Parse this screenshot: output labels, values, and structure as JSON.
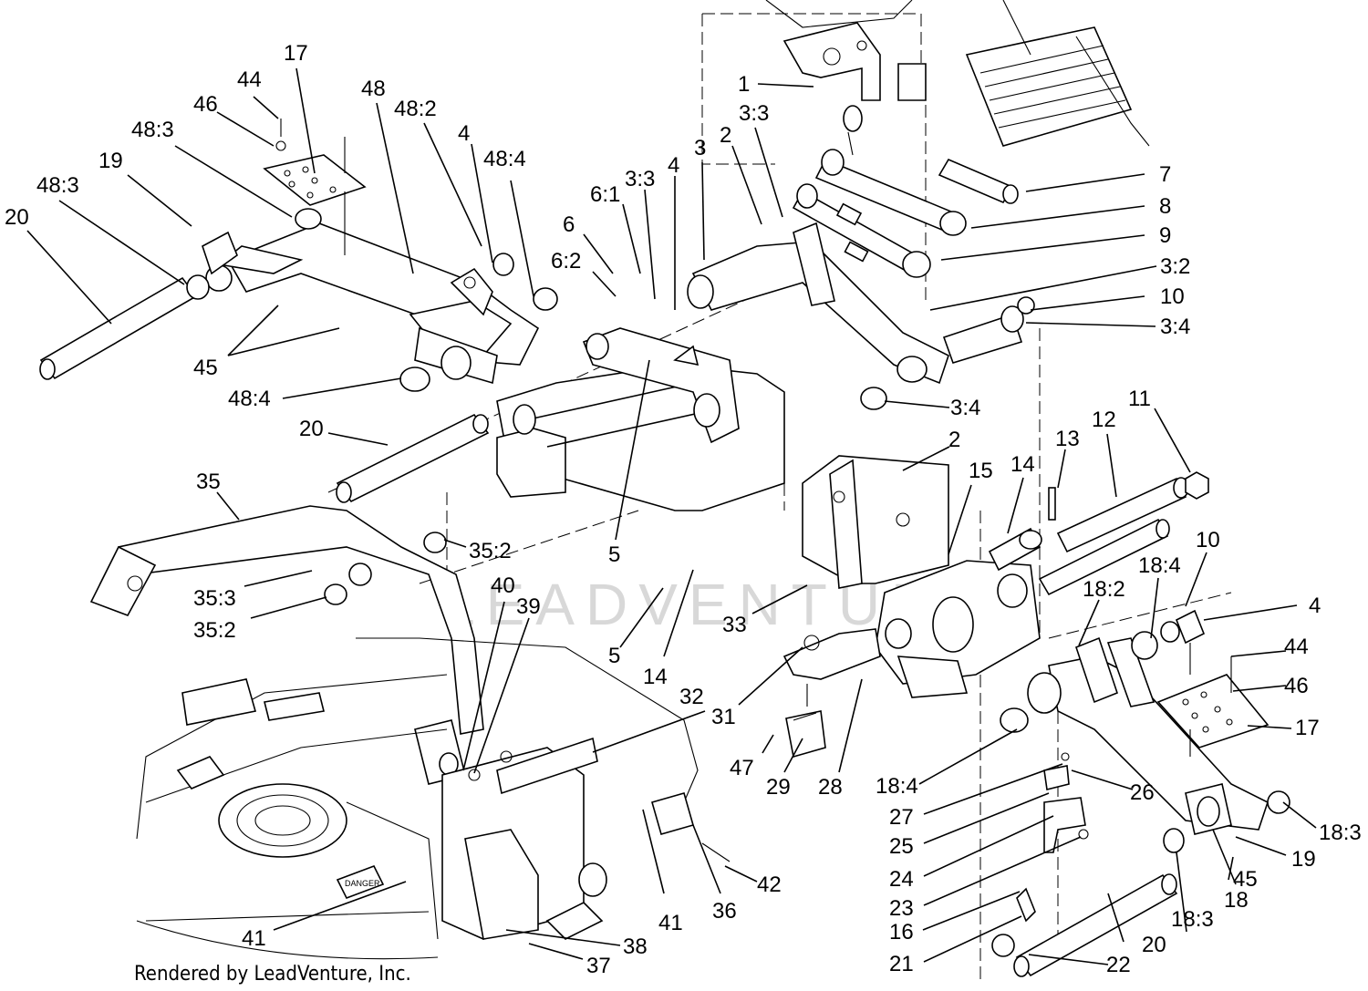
{
  "credit": "Rendered by LeadVenture, Inc.",
  "watermark": "LEADVENTURE",
  "decal_text": "DANGER",
  "callouts": [
    {
      "id": "c1",
      "label": "1"
    },
    {
      "id": "c2a",
      "label": "2"
    },
    {
      "id": "c2b",
      "label": "2"
    },
    {
      "id": "c3",
      "label": "3"
    },
    {
      "id": "c33a",
      "label": "3:3"
    },
    {
      "id": "c33b",
      "label": "3:3"
    },
    {
      "id": "c32",
      "label": "3:2"
    },
    {
      "id": "c34a",
      "label": "3:4"
    },
    {
      "id": "c34b",
      "label": "3:4"
    },
    {
      "id": "c4a",
      "label": "4"
    },
    {
      "id": "c4b",
      "label": "4"
    },
    {
      "id": "c4c",
      "label": "4"
    },
    {
      "id": "c5a",
      "label": "5"
    },
    {
      "id": "c5b",
      "label": "5"
    },
    {
      "id": "c6",
      "label": "6"
    },
    {
      "id": "c61",
      "label": "6:1"
    },
    {
      "id": "c62",
      "label": "6:2"
    },
    {
      "id": "c7",
      "label": "7"
    },
    {
      "id": "c8",
      "label": "8"
    },
    {
      "id": "c9",
      "label": "9"
    },
    {
      "id": "c10a",
      "label": "10"
    },
    {
      "id": "c10b",
      "label": "10"
    },
    {
      "id": "c11",
      "label": "11"
    },
    {
      "id": "c12",
      "label": "12"
    },
    {
      "id": "c13",
      "label": "13"
    },
    {
      "id": "c14a",
      "label": "14"
    },
    {
      "id": "c14b",
      "label": "14"
    },
    {
      "id": "c15",
      "label": "15"
    },
    {
      "id": "c16",
      "label": "16"
    },
    {
      "id": "c17a",
      "label": "17"
    },
    {
      "id": "c17b",
      "label": "17"
    },
    {
      "id": "c18",
      "label": "18"
    },
    {
      "id": "c182",
      "label": "18:2"
    },
    {
      "id": "c183a",
      "label": "18:3"
    },
    {
      "id": "c183b",
      "label": "18:3"
    },
    {
      "id": "c184a",
      "label": "18:4"
    },
    {
      "id": "c184b",
      "label": "18:4"
    },
    {
      "id": "c19a",
      "label": "19"
    },
    {
      "id": "c19b",
      "label": "19"
    },
    {
      "id": "c20a",
      "label": "20"
    },
    {
      "id": "c20b",
      "label": "20"
    },
    {
      "id": "c20c",
      "label": "20"
    },
    {
      "id": "c21",
      "label": "21"
    },
    {
      "id": "c22",
      "label": "22"
    },
    {
      "id": "c23",
      "label": "23"
    },
    {
      "id": "c24",
      "label": "24"
    },
    {
      "id": "c25",
      "label": "25"
    },
    {
      "id": "c26",
      "label": "26"
    },
    {
      "id": "c27",
      "label": "27"
    },
    {
      "id": "c28",
      "label": "28"
    },
    {
      "id": "c29",
      "label": "29"
    },
    {
      "id": "c31",
      "label": "31"
    },
    {
      "id": "c32n",
      "label": "32"
    },
    {
      "id": "c33n",
      "label": "33"
    },
    {
      "id": "c35",
      "label": "35"
    },
    {
      "id": "c352a",
      "label": "35:2"
    },
    {
      "id": "c352b",
      "label": "35:2"
    },
    {
      "id": "c353",
      "label": "35:3"
    },
    {
      "id": "c36",
      "label": "36"
    },
    {
      "id": "c37",
      "label": "37"
    },
    {
      "id": "c38",
      "label": "38"
    },
    {
      "id": "c39",
      "label": "39"
    },
    {
      "id": "c40",
      "label": "40"
    },
    {
      "id": "c41a",
      "label": "41"
    },
    {
      "id": "c41b",
      "label": "41"
    },
    {
      "id": "c42",
      "label": "42"
    },
    {
      "id": "c44a",
      "label": "44"
    },
    {
      "id": "c44b",
      "label": "44"
    },
    {
      "id": "c45a",
      "label": "45"
    },
    {
      "id": "c45b",
      "label": "45"
    },
    {
      "id": "c46a",
      "label": "46"
    },
    {
      "id": "c46b",
      "label": "46"
    },
    {
      "id": "c47",
      "label": "47"
    },
    {
      "id": "c48",
      "label": "48"
    },
    {
      "id": "c482",
      "label": "48:2"
    },
    {
      "id": "c483a",
      "label": "48:3"
    },
    {
      "id": "c483b",
      "label": "48:3"
    },
    {
      "id": "c484a",
      "label": "48:4"
    },
    {
      "id": "c484b",
      "label": "48:4"
    }
  ]
}
